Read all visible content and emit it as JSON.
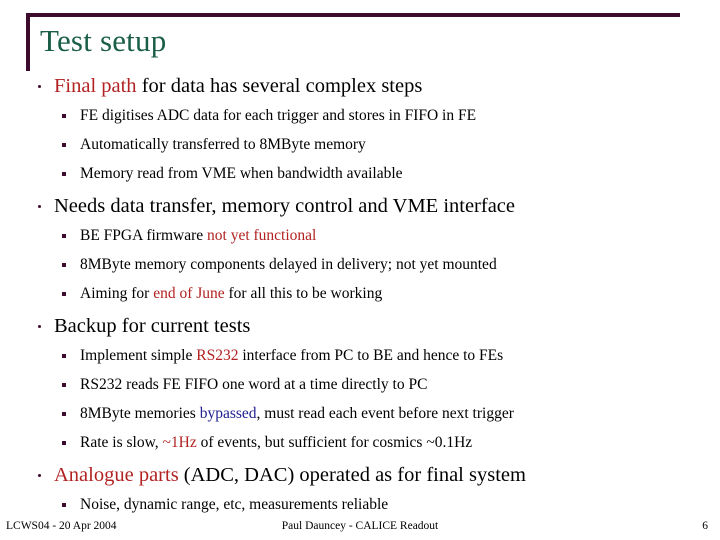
{
  "slide": {
    "title": "Test setup",
    "colors": {
      "title": "#1a5e46",
      "rule": "#3d0b2e",
      "highlight_red": "#b22222",
      "highlight_blue": "#202090",
      "body": "#000000"
    }
  },
  "bullets": [
    {
      "level": 1,
      "runs": [
        {
          "text": "Final path",
          "color": "red"
        },
        {
          "text": " for data has several complex steps",
          "color": "black"
        }
      ]
    },
    {
      "level": 2,
      "runs": [
        {
          "text": "FE digitises ADC data for each trigger and stores in FIFO in FE",
          "color": "black"
        }
      ]
    },
    {
      "level": 2,
      "runs": [
        {
          "text": "Automatically transferred to 8MByte memory",
          "color": "black"
        }
      ]
    },
    {
      "level": 2,
      "runs": [
        {
          "text": "Memory read from VME when bandwidth available",
          "color": "black"
        }
      ]
    },
    {
      "level": 1,
      "runs": [
        {
          "text": "Needs data transfer, memory control and VME interface",
          "color": "black"
        }
      ]
    },
    {
      "level": 2,
      "runs": [
        {
          "text": "BE FPGA firmware ",
          "color": "black"
        },
        {
          "text": "not yet functional",
          "color": "red"
        }
      ]
    },
    {
      "level": 2,
      "runs": [
        {
          "text": "8MByte memory components delayed in delivery; not yet mounted",
          "color": "black"
        }
      ]
    },
    {
      "level": 2,
      "runs": [
        {
          "text": "Aiming for ",
          "color": "black"
        },
        {
          "text": "end of June",
          "color": "red"
        },
        {
          "text": " for all this to be working",
          "color": "black"
        }
      ]
    },
    {
      "level": 1,
      "runs": [
        {
          "text": "Backup for current tests",
          "color": "black"
        }
      ]
    },
    {
      "level": 2,
      "runs": [
        {
          "text": "Implement simple ",
          "color": "black"
        },
        {
          "text": "RS232",
          "color": "red"
        },
        {
          "text": " interface from PC to BE and hence to FEs",
          "color": "black"
        }
      ]
    },
    {
      "level": 2,
      "runs": [
        {
          "text": "RS232 reads FE FIFO one word at a time directly to PC",
          "color": "black"
        }
      ]
    },
    {
      "level": 2,
      "runs": [
        {
          "text": "8MByte memories ",
          "color": "black"
        },
        {
          "text": "bypassed",
          "color": "blue"
        },
        {
          "text": ", must read each event before next trigger",
          "color": "black"
        }
      ]
    },
    {
      "level": 2,
      "runs": [
        {
          "text": "Rate is slow, ",
          "color": "black"
        },
        {
          "text": "~1Hz",
          "color": "red"
        },
        {
          "text": " of events, but sufficient for cosmics ~0.1Hz",
          "color": "black"
        }
      ]
    },
    {
      "level": 1,
      "runs": [
        {
          "text": "Analogue parts",
          "color": "red"
        },
        {
          "text": " (ADC, DAC) operated as for final system",
          "color": "black"
        }
      ]
    },
    {
      "level": 2,
      "runs": [
        {
          "text": "Noise, dynamic range, etc, measurements reliable",
          "color": "black"
        }
      ]
    }
  ],
  "footer": {
    "left": "LCWS04 - 20 Apr 2004",
    "center": "Paul Dauncey - CALICE Readout",
    "page": "6"
  }
}
